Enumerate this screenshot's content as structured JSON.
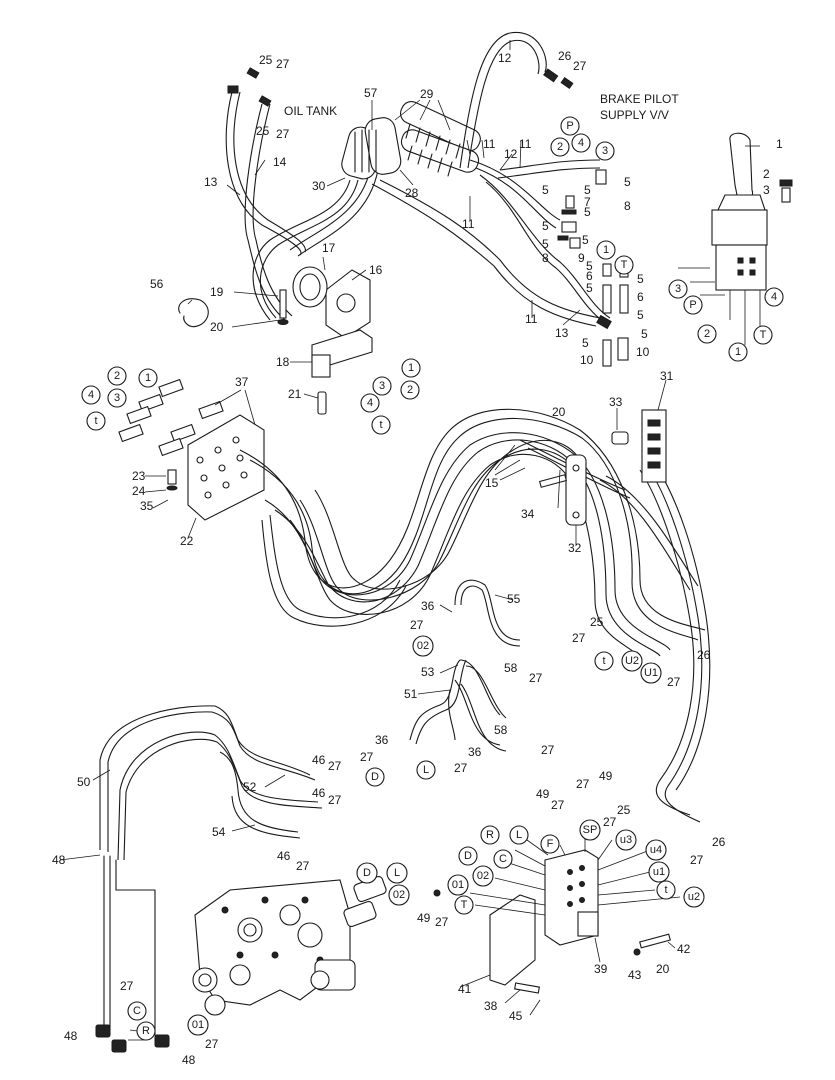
{
  "labels": {
    "oil_tank": "OIL TANK",
    "brake_line1": "BRAKE PILOT",
    "brake_line2": "SUPPLY V/V"
  },
  "callouts": [
    "1",
    "2",
    "3",
    "5",
    "6",
    "7",
    "8",
    "9",
    "10",
    "11",
    "12",
    "13",
    "14",
    "15",
    "16",
    "17",
    "18",
    "19",
    "20",
    "21",
    "22",
    "23",
    "24",
    "25",
    "26",
    "27",
    "28",
    "29",
    "30",
    "31",
    "32",
    "33",
    "34",
    "35",
    "36",
    "37",
    "38",
    "39",
    "41",
    "42",
    "43",
    "45",
    "46",
    "48",
    "49",
    "50",
    "51",
    "52",
    "53",
    "54",
    "55",
    "56",
    "57",
    "58"
  ],
  "ports": [
    "P",
    "T",
    "t",
    "1",
    "2",
    "3",
    "4",
    "D",
    "L",
    "02",
    "01",
    "C",
    "R",
    "F",
    "SP",
    "u1",
    "u2",
    "u3",
    "u4",
    "U1",
    "U2"
  ]
}
